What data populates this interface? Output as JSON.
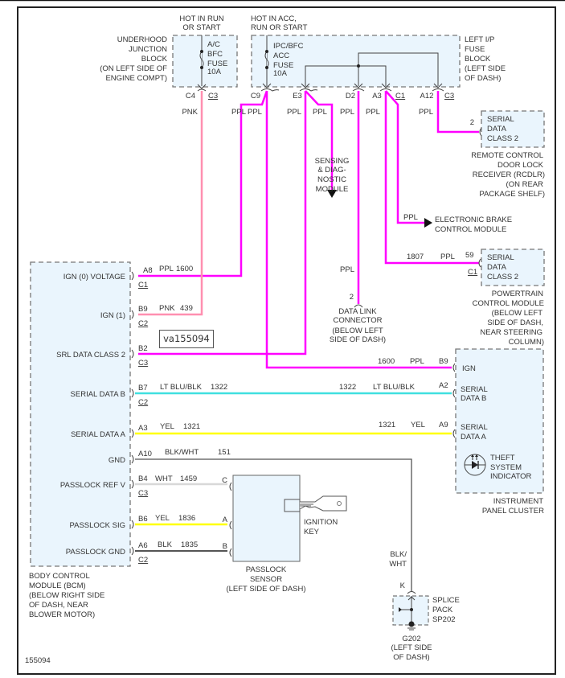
{
  "diagram_id": "155094",
  "tooltip": "va155094",
  "colors": {
    "ppl": "#ff00ff",
    "pnk": "#ff8fb0",
    "lt_blu_blk": "#40e0e0",
    "yel": "#ffff00",
    "wht": "#d8d8d8",
    "blk": "#555555",
    "module_fill": "#eaf5fd"
  },
  "power_sources": {
    "underhood": {
      "hot_label": [
        "HOT IN RUN",
        "OR START"
      ],
      "block_label": [
        "UNDERHOOD",
        "JUNCTION",
        "BLOCK",
        "(ON LEFT SIDE OF",
        "ENGINE COMPT)"
      ],
      "fuse_label": [
        "A/C",
        "BFC",
        "FUSE",
        "10A"
      ],
      "pin": "C4",
      "connector": "C3",
      "wire_color": "PNK"
    },
    "left_ip": {
      "hot_label": [
        "HOT IN ACC,",
        "RUN OR START"
      ],
      "block_label": [
        "LEFT I/P",
        "FUSE",
        "BLOCK",
        "(LEFT SIDE",
        "OF DASH)"
      ],
      "fuse_label": [
        "IPC/BFC",
        "ACC",
        "FUSE",
        "10A"
      ],
      "pins": [
        "C9",
        "E3",
        "D2",
        "A3",
        "A12"
      ],
      "connectors": [
        "C1",
        "C3"
      ]
    }
  },
  "wire_labels": {
    "pnk": "PNK",
    "ppl": "PPL",
    "lt_blu_blk": "LT BLU/BLK",
    "yel": "YEL",
    "blk_wht": "BLK/WHT",
    "blk_wht_split": [
      "BLK/",
      "WHT"
    ],
    "wht": "WHT",
    "blk": "BLK"
  },
  "modules": {
    "sdm": {
      "label": [
        "SENSING",
        "& DIAG-",
        "NOSTIC",
        "MODULE"
      ]
    },
    "ebcm": {
      "label": [
        "ELECTRONIC BRAKE",
        "CONTROL MODULE"
      ]
    },
    "rcdlr": {
      "pin": "2",
      "inner": [
        "SERIAL",
        "DATA",
        "CLASS 2"
      ],
      "label": [
        "REMOTE CONTROL",
        "DOOR LOCK",
        "RECEIVER (RCDLR)",
        "(ON REAR",
        "PACKAGE SHELF)"
      ]
    },
    "pcm": {
      "circuit": "1807",
      "pin": "59",
      "connector": "C1",
      "inner": [
        "SERIAL",
        "DATA",
        "CLASS 2"
      ],
      "label": [
        "POWERTRAIN",
        "CONTROL MODULE",
        "(BELOW LEFT",
        "SIDE OF DASH,",
        "NEAR STEERING",
        "COLUMN)"
      ]
    },
    "dlc": {
      "pin": "2",
      "label": [
        "DATA LINK",
        "CONNECTOR",
        "(BELOW LEFT",
        "SIDE OF DASH)"
      ]
    },
    "ipc": {
      "pins": [
        {
          "pin": "B9",
          "circuit": "1600",
          "color": "PPL",
          "label": [
            "IGN"
          ]
        },
        {
          "pin": "A2",
          "circuit": "1322",
          "color": "LT BLU/BLK",
          "label": [
            "SERIAL",
            "DATA B"
          ]
        },
        {
          "pin": "A9",
          "circuit": "1321",
          "color": "YEL",
          "label": [
            "SERIAL",
            "DATA A"
          ]
        }
      ],
      "indicator": [
        "THEFT",
        "SYSTEM",
        "INDICATOR"
      ],
      "label": [
        "INSTRUMENT",
        "PANEL CLUSTER"
      ]
    },
    "bcm": {
      "pins": [
        {
          "name": "IGN (0) VOLTAGE",
          "pin": "A8",
          "color": "PPL",
          "circuit": "1600",
          "connector": "C1"
        },
        {
          "name": "IGN (1)",
          "pin": "B9",
          "color": "PNK",
          "circuit": "439",
          "connector": "C2"
        },
        {
          "name": "SRL DATA CLASS 2",
          "pin": "B2",
          "color": "PPL",
          "circuit": "1807",
          "connector": "C3"
        },
        {
          "name": "SERIAL DATA B",
          "pin": "B7",
          "color": "LT BLU/BLK",
          "circuit": "1322",
          "connector": "C2"
        },
        {
          "name": "SERIAL DATA A",
          "pin": "A3",
          "color": "YEL",
          "circuit": "1321",
          "connector": ""
        },
        {
          "name": "GND",
          "pin": "A10",
          "color": "BLK/WHT",
          "circuit": "151",
          "connector": ""
        },
        {
          "name": "PASSLOCK REF V",
          "pin": "B4",
          "color": "WHT",
          "circuit": "1459",
          "connector": "C3"
        },
        {
          "name": "PASSLOCK SIG",
          "pin": "B6",
          "color": "YEL",
          "circuit": "1836",
          "connector": ""
        },
        {
          "name": "PASSLOCK GND",
          "pin": "A6",
          "color": "BLK",
          "circuit": "1835",
          "connector": "C2"
        }
      ],
      "label": [
        "BODY CONTROL",
        "MODULE (BCM)",
        "(BELOW RIGHT SIDE",
        "OF DASH, NEAR",
        "BLOWER MOTOR)"
      ]
    },
    "passlock": {
      "pins": [
        "C",
        "A",
        "B"
      ],
      "label": [
        "PASSLOCK",
        "SENSOR",
        "(LEFT SIDE OF DASH)"
      ],
      "key_label": [
        "IGNITION",
        "KEY"
      ]
    },
    "splice": {
      "pin": "K",
      "label": [
        "SPLICE",
        "PACK",
        "SP202"
      ],
      "ground_label": [
        "G202",
        "(LEFT SIDE",
        "OF DASH)"
      ]
    }
  }
}
